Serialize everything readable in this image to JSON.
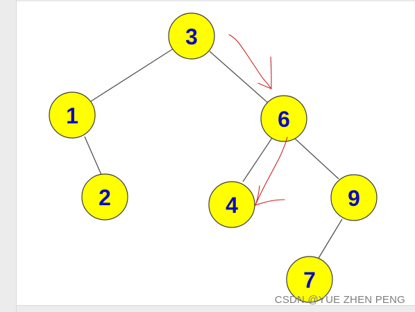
{
  "tree": {
    "nodes": [
      {
        "id": "n3",
        "label": "3"
      },
      {
        "id": "n1",
        "label": "1"
      },
      {
        "id": "n6",
        "label": "6"
      },
      {
        "id": "n2",
        "label": "2"
      },
      {
        "id": "n4",
        "label": "4"
      },
      {
        "id": "n9",
        "label": "9"
      },
      {
        "id": "n7",
        "label": "7"
      }
    ],
    "edges": [
      {
        "from": "3",
        "to": "1"
      },
      {
        "from": "3",
        "to": "6"
      },
      {
        "from": "1",
        "to": "2"
      },
      {
        "from": "6",
        "to": "4"
      },
      {
        "from": "6",
        "to": "9"
      },
      {
        "from": "9",
        "to": "7"
      }
    ],
    "colors": {
      "node_fill": "#ffff00",
      "node_label": "#0b0bc2",
      "edge": "#505050",
      "annotation": "#cc1f1f"
    }
  },
  "watermark": "CSDN @YUE ZHEN PENG"
}
